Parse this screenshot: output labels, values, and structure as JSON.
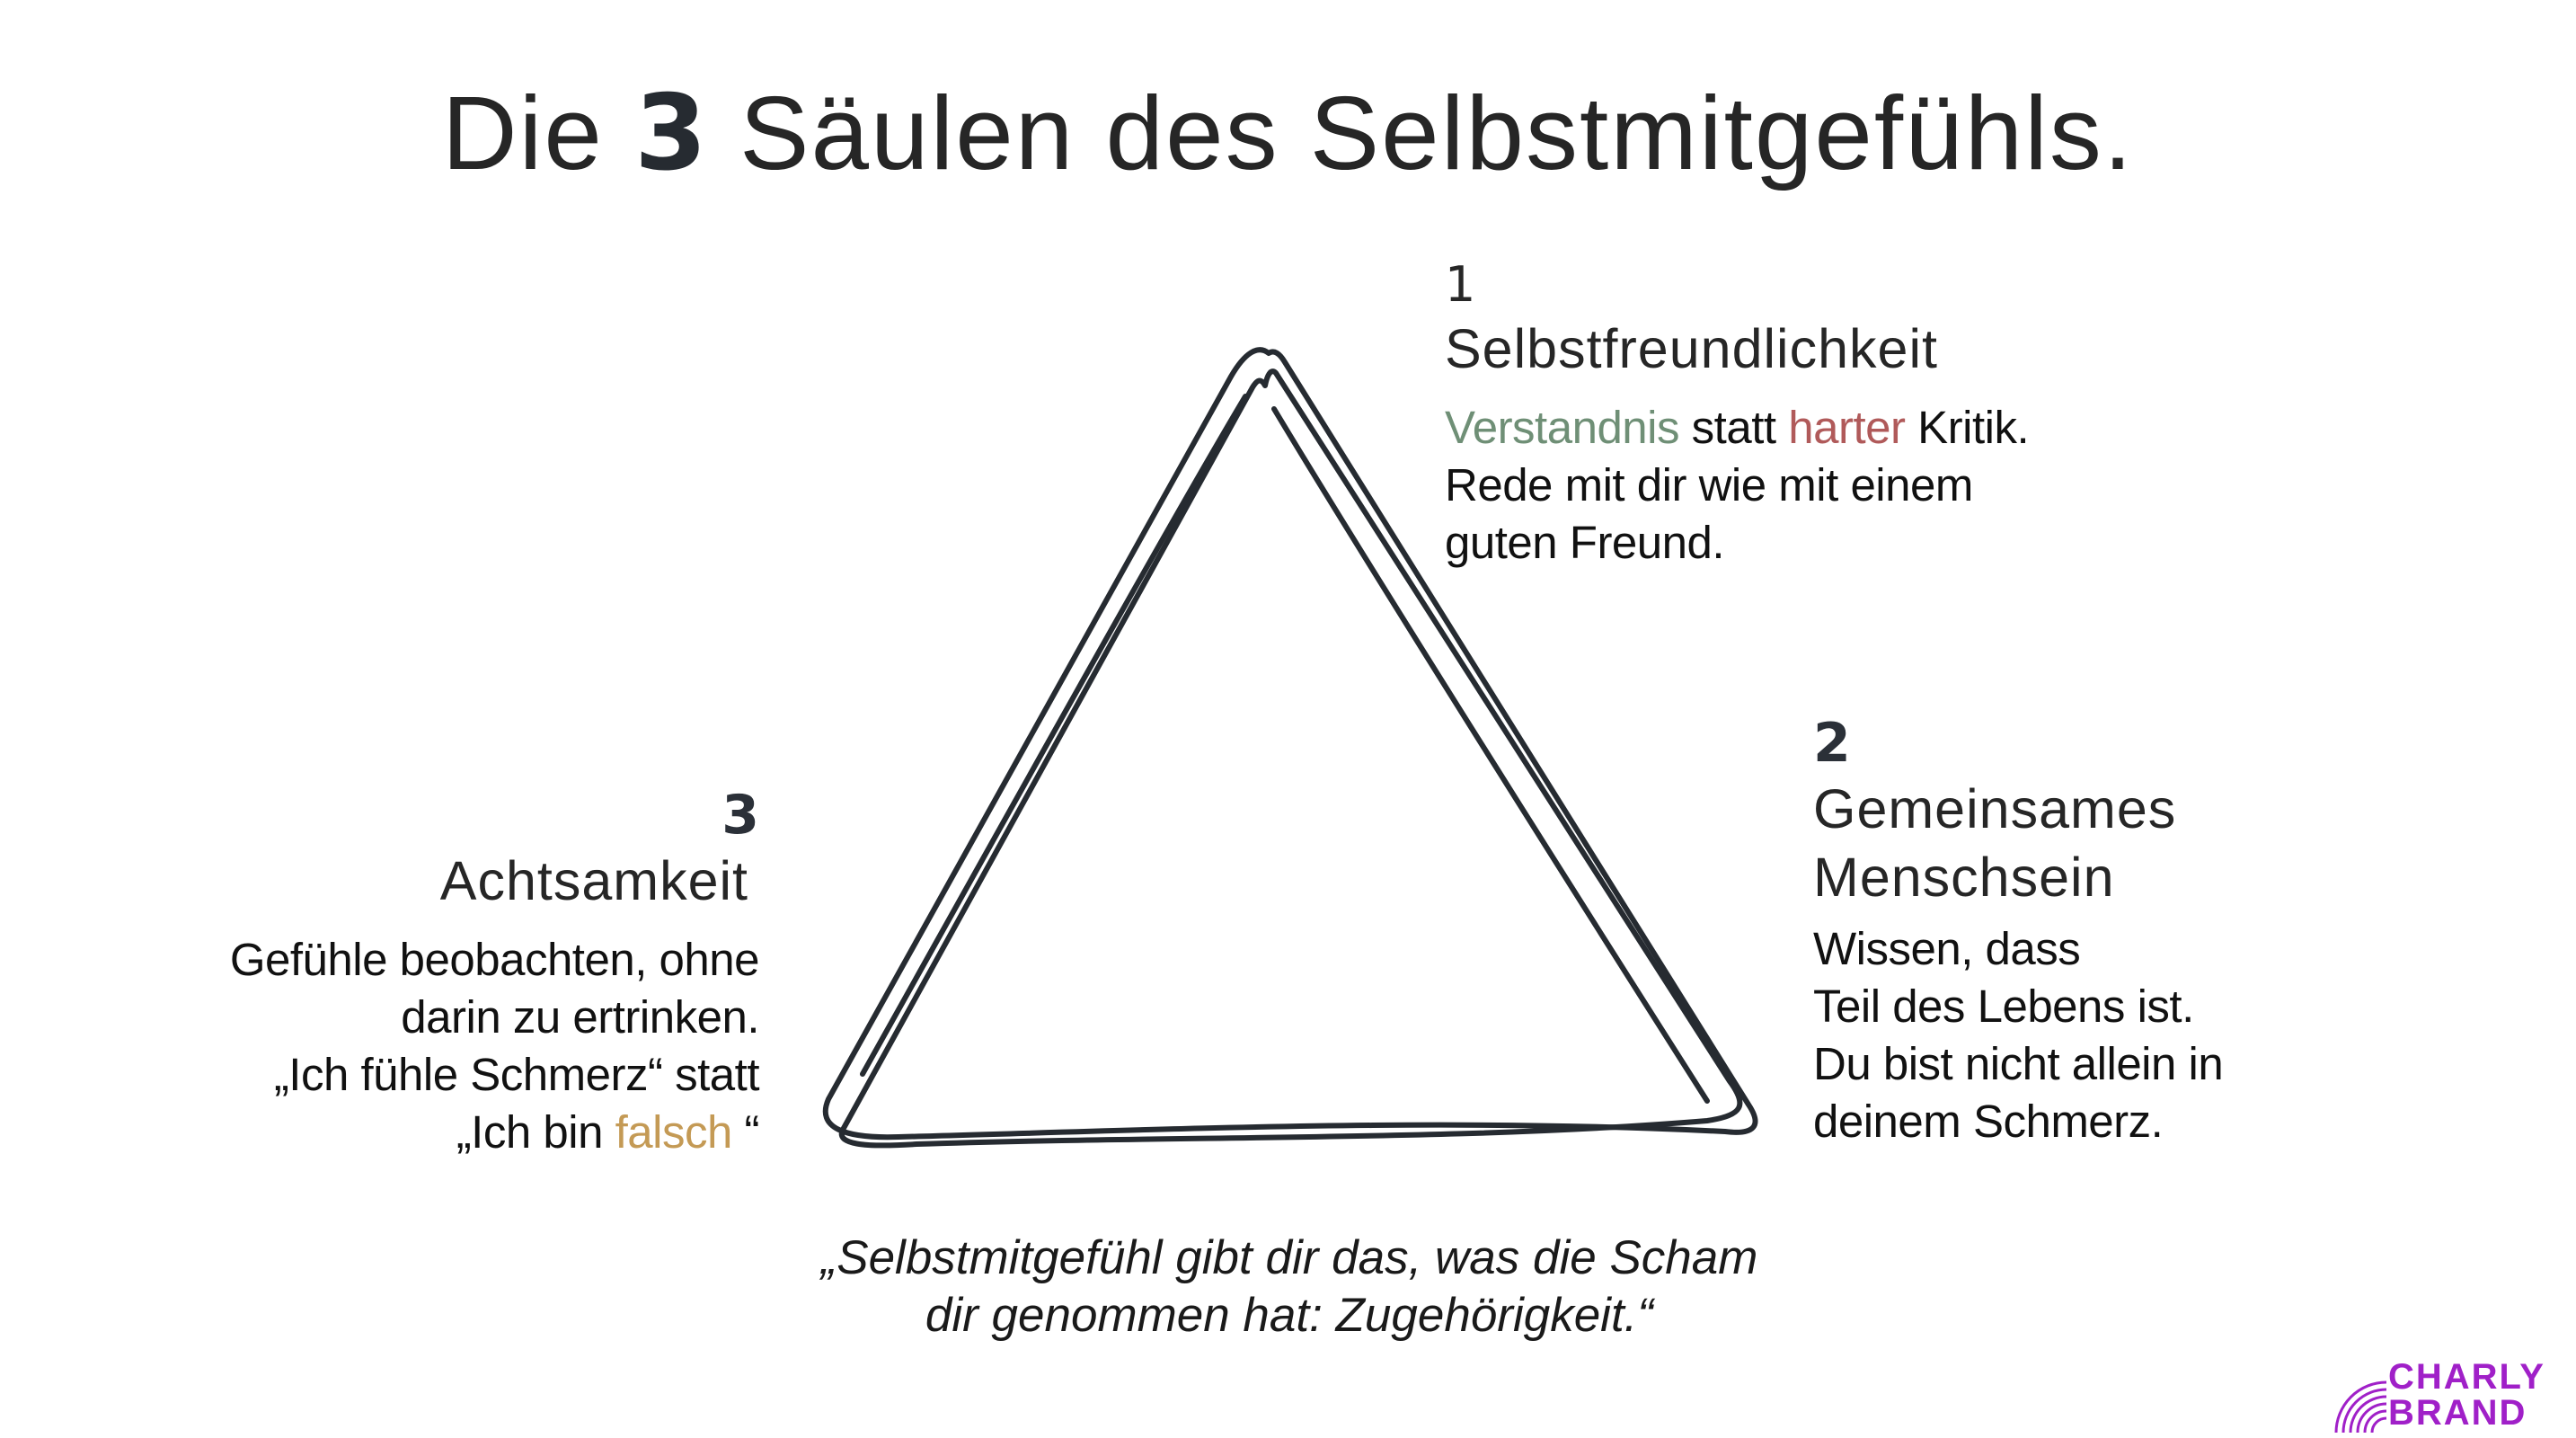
{
  "title": {
    "prefix": "Die",
    "number": "3",
    "suffix": "Säulen des Selbstmitgefühls."
  },
  "pillars": [
    {
      "number": "1",
      "name": "Selbstfreundlichkeit",
      "desc": {
        "w1": "Verstandnis",
        "w2": " statt ",
        "w3": "harter",
        "w4": " Kritik.",
        "line2": "Rede mit dir wie mit einem",
        "line3": "guten Freund."
      }
    },
    {
      "number": "2",
      "name_line1": "Gemeinsames",
      "name_line2": "Menschsein",
      "desc": {
        "line1": "Wissen, dass",
        "line2": "Teil des Lebens ist.",
        "line3": "Du bist nicht allein in",
        "line4": "deinem Schmerz."
      }
    },
    {
      "number": "3",
      "name": "Achtsamkeit",
      "desc": {
        "line1": "Gefühle beobachten, ohne",
        "line2": "darin zu ertrinken.",
        "line3": "„Ich fühle Schmerz“ statt",
        "line4a": "„Ich bin ",
        "line4b": "falsch",
        "line4c": " “"
      }
    }
  ],
  "quote": {
    "line1": "„Selbstmitgefühl gibt dir das, was die Scham",
    "line2": "dir genommen hat: Zugehörigkeit.“"
  },
  "logo": {
    "line1": "CHARLY",
    "line2": "BRAND"
  },
  "colors": {
    "text": "#262626",
    "stroke": "#262b31",
    "green": "#6f8f76",
    "red": "#b05a5a",
    "gold": "#c49a55",
    "logo": "#a020c8"
  }
}
